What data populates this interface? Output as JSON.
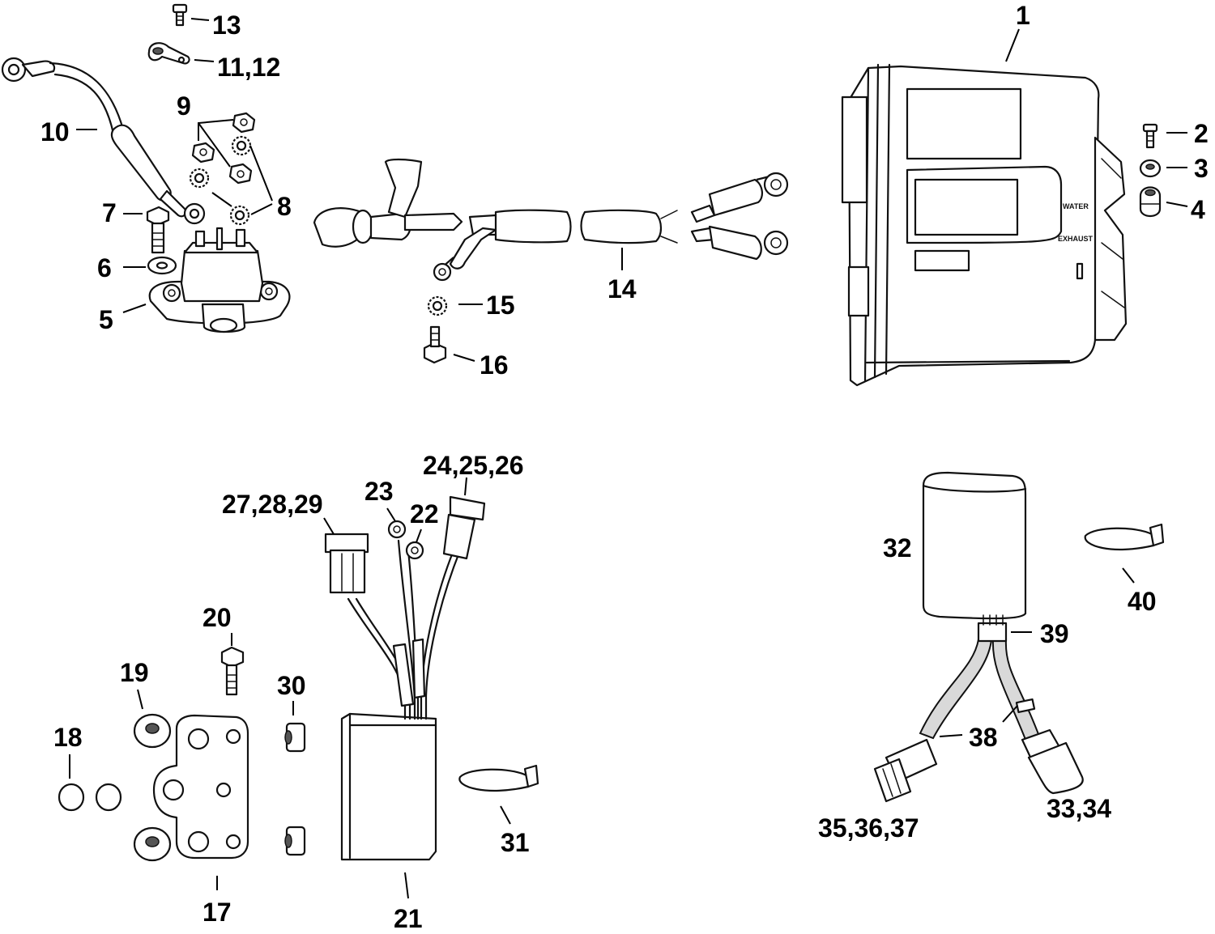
{
  "labels": {
    "l1": "1",
    "l2": "2",
    "l3": "3",
    "l4": "4",
    "l5": "5",
    "l6": "6",
    "l7": "7",
    "l8": "8",
    "l9": "9",
    "l10": "10",
    "l11_12": "11,12",
    "l13": "13",
    "l14": "14",
    "l15": "15",
    "l16": "16",
    "l17": "17",
    "l18": "18",
    "l19": "19",
    "l20": "20",
    "l21": "21",
    "l22": "22",
    "l23": "23",
    "l24_26": "24,25,26",
    "l27_29": "27,28,29",
    "l30": "30",
    "l31": "31",
    "l32": "32",
    "l33_34": "33,34",
    "l35_37": "35,36,37",
    "l38": "38",
    "l39": "39",
    "l40": "40"
  },
  "module_text": {
    "water": "WATER",
    "exhaust": "EXHAUST"
  }
}
